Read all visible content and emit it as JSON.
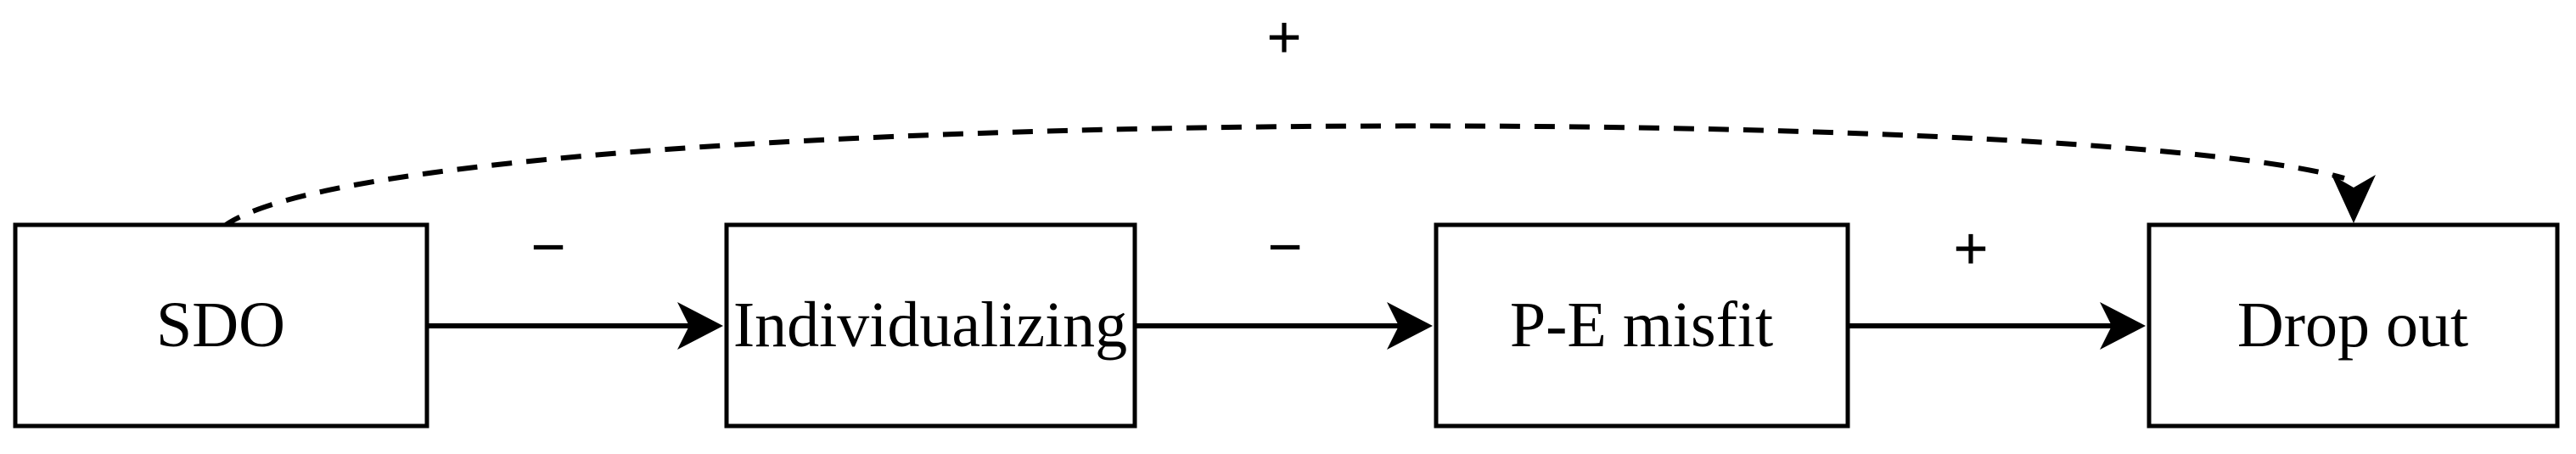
{
  "diagram": {
    "nodes": [
      {
        "id": "sdo",
        "label": "SDO"
      },
      {
        "id": "individualizing",
        "label": "Individualizing"
      },
      {
        "id": "pe-misfit",
        "label": "P-E misfit"
      },
      {
        "id": "drop-out",
        "label": "Drop out"
      }
    ],
    "edges": [
      {
        "from": "sdo",
        "to": "individualizing",
        "sign": "−",
        "style": "solid"
      },
      {
        "from": "individualizing",
        "to": "pe-misfit",
        "sign": "−",
        "style": "solid"
      },
      {
        "from": "pe-misfit",
        "to": "drop-out",
        "sign": "+",
        "style": "solid"
      },
      {
        "from": "sdo",
        "to": "drop-out",
        "sign": "+",
        "style": "dashed"
      }
    ],
    "colors": {
      "line": "#000000",
      "box_fill": "#ffffff",
      "background": "#ffffff"
    }
  }
}
